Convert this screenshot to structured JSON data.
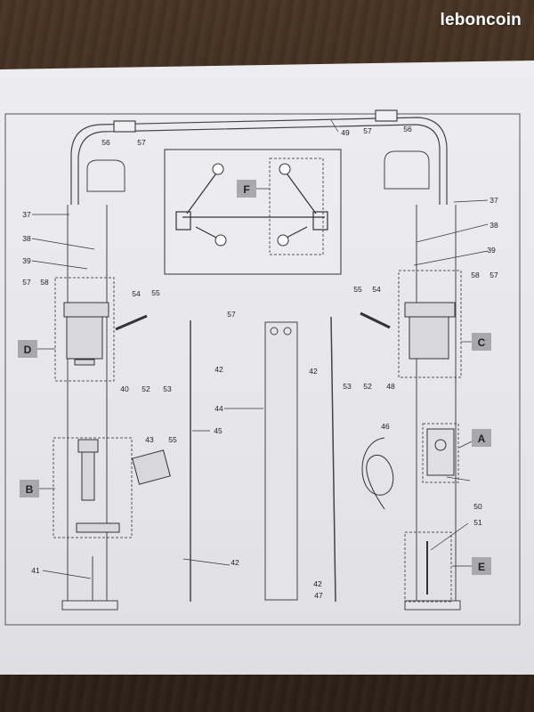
{
  "watermark": "leboncoin",
  "section_tags": [
    "A",
    "B",
    "C",
    "D",
    "E",
    "F"
  ],
  "part_numbers": {
    "n37a": "37",
    "n37b": "37",
    "n38a": "38",
    "n38b": "38",
    "n39a": "39",
    "n39b": "39",
    "n40": "40",
    "n41": "41",
    "n42a": "42",
    "n42b": "42",
    "n42c": "42",
    "n42d": "42",
    "n43": "43",
    "n44": "44",
    "n45": "45",
    "n46": "46",
    "n47": "47",
    "n48": "48",
    "n49": "49",
    "n50": "50",
    "n51": "51",
    "n52a": "52",
    "n52b": "52",
    "n53a": "53",
    "n53b": "53",
    "n54a": "54",
    "n54b": "54",
    "n55a": "55",
    "n55b": "55",
    "n55c": "55",
    "n56a": "56",
    "n56b": "56",
    "n57a": "57",
    "n57b": "57",
    "n57c": "57",
    "n57d": "57",
    "n57e": "57",
    "n58a": "58",
    "n58b": "58"
  }
}
